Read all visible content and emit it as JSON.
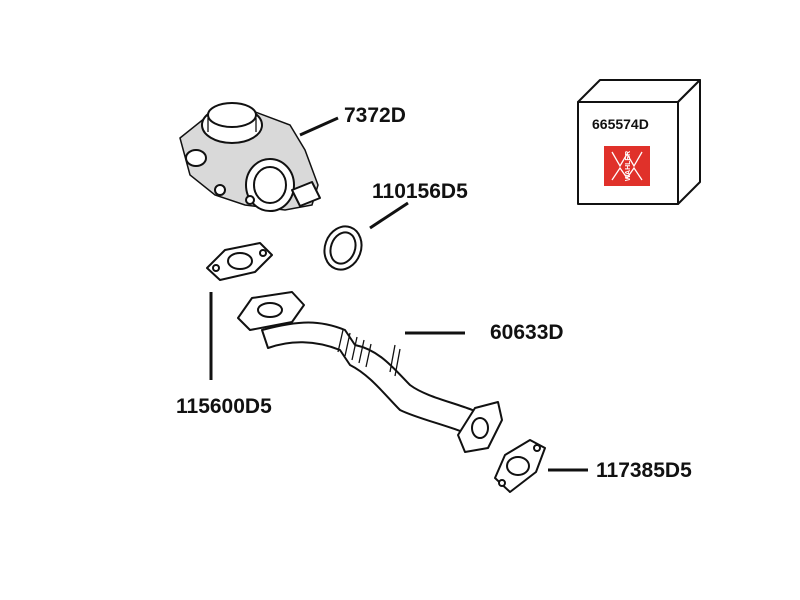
{
  "parts": {
    "egr_valve": "7372D",
    "seal_ring": "110156D5",
    "gasket_upper": "115600D5",
    "pipe": "60633D",
    "gasket_lower": "117385D5"
  },
  "package": {
    "part_number": "665574D",
    "logo_text": "WAHLER",
    "logo_color": "#e0312a"
  }
}
